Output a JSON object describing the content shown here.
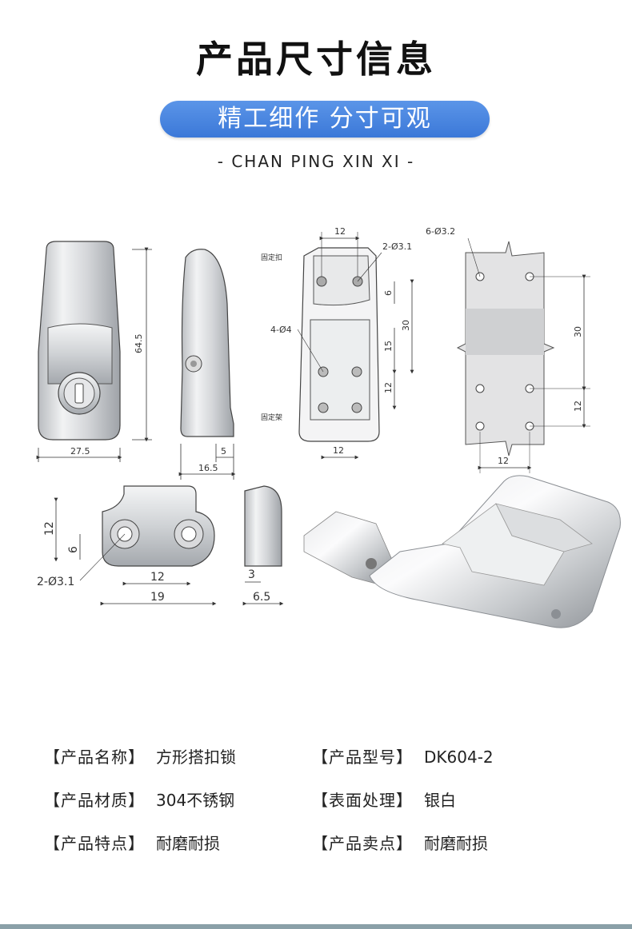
{
  "header": {
    "title": "产品尺寸信息",
    "pill": "精工细作 分寸可观",
    "subtitle": "- CHAN PING XIN XI -"
  },
  "dimensions": {
    "front_height": "64.5",
    "front_width": "27.5",
    "side_a": "5",
    "side_b": "16.5",
    "top_width": "12",
    "holes_small": "2-Ø3.1",
    "holes_mid": "4-Ø4",
    "v6": "6",
    "v30": "30",
    "v15": "15",
    "v12": "12",
    "bottom_width": "12",
    "label_fixed_buckle": "固定扣",
    "label_fixed_frame": "固定架",
    "plate_holes": "6-Ø3.2",
    "plate_v30": "30",
    "plate_v12": "12",
    "plate_w12": "12",
    "catch_h12": "12",
    "catch_h6": "6",
    "catch_holes": "2-Ø3.1",
    "catch_w12": "12",
    "catch_w19": "19",
    "catch_side3": "3",
    "catch_side65": "6.5"
  },
  "specs": [
    [
      {
        "label": "【产品名称】",
        "value": "方形搭扣锁"
      },
      {
        "label": "【产品型号】",
        "value": "DK604-2"
      }
    ],
    [
      {
        "label": "【产品材质】",
        "value": "304不锈钢"
      },
      {
        "label": "【表面处理】",
        "value": "银白"
      }
    ],
    [
      {
        "label": "【产品特点】",
        "value": "耐磨耐损"
      },
      {
        "label": "【产品卖点】",
        "value": "耐磨耐损"
      }
    ]
  ]
}
